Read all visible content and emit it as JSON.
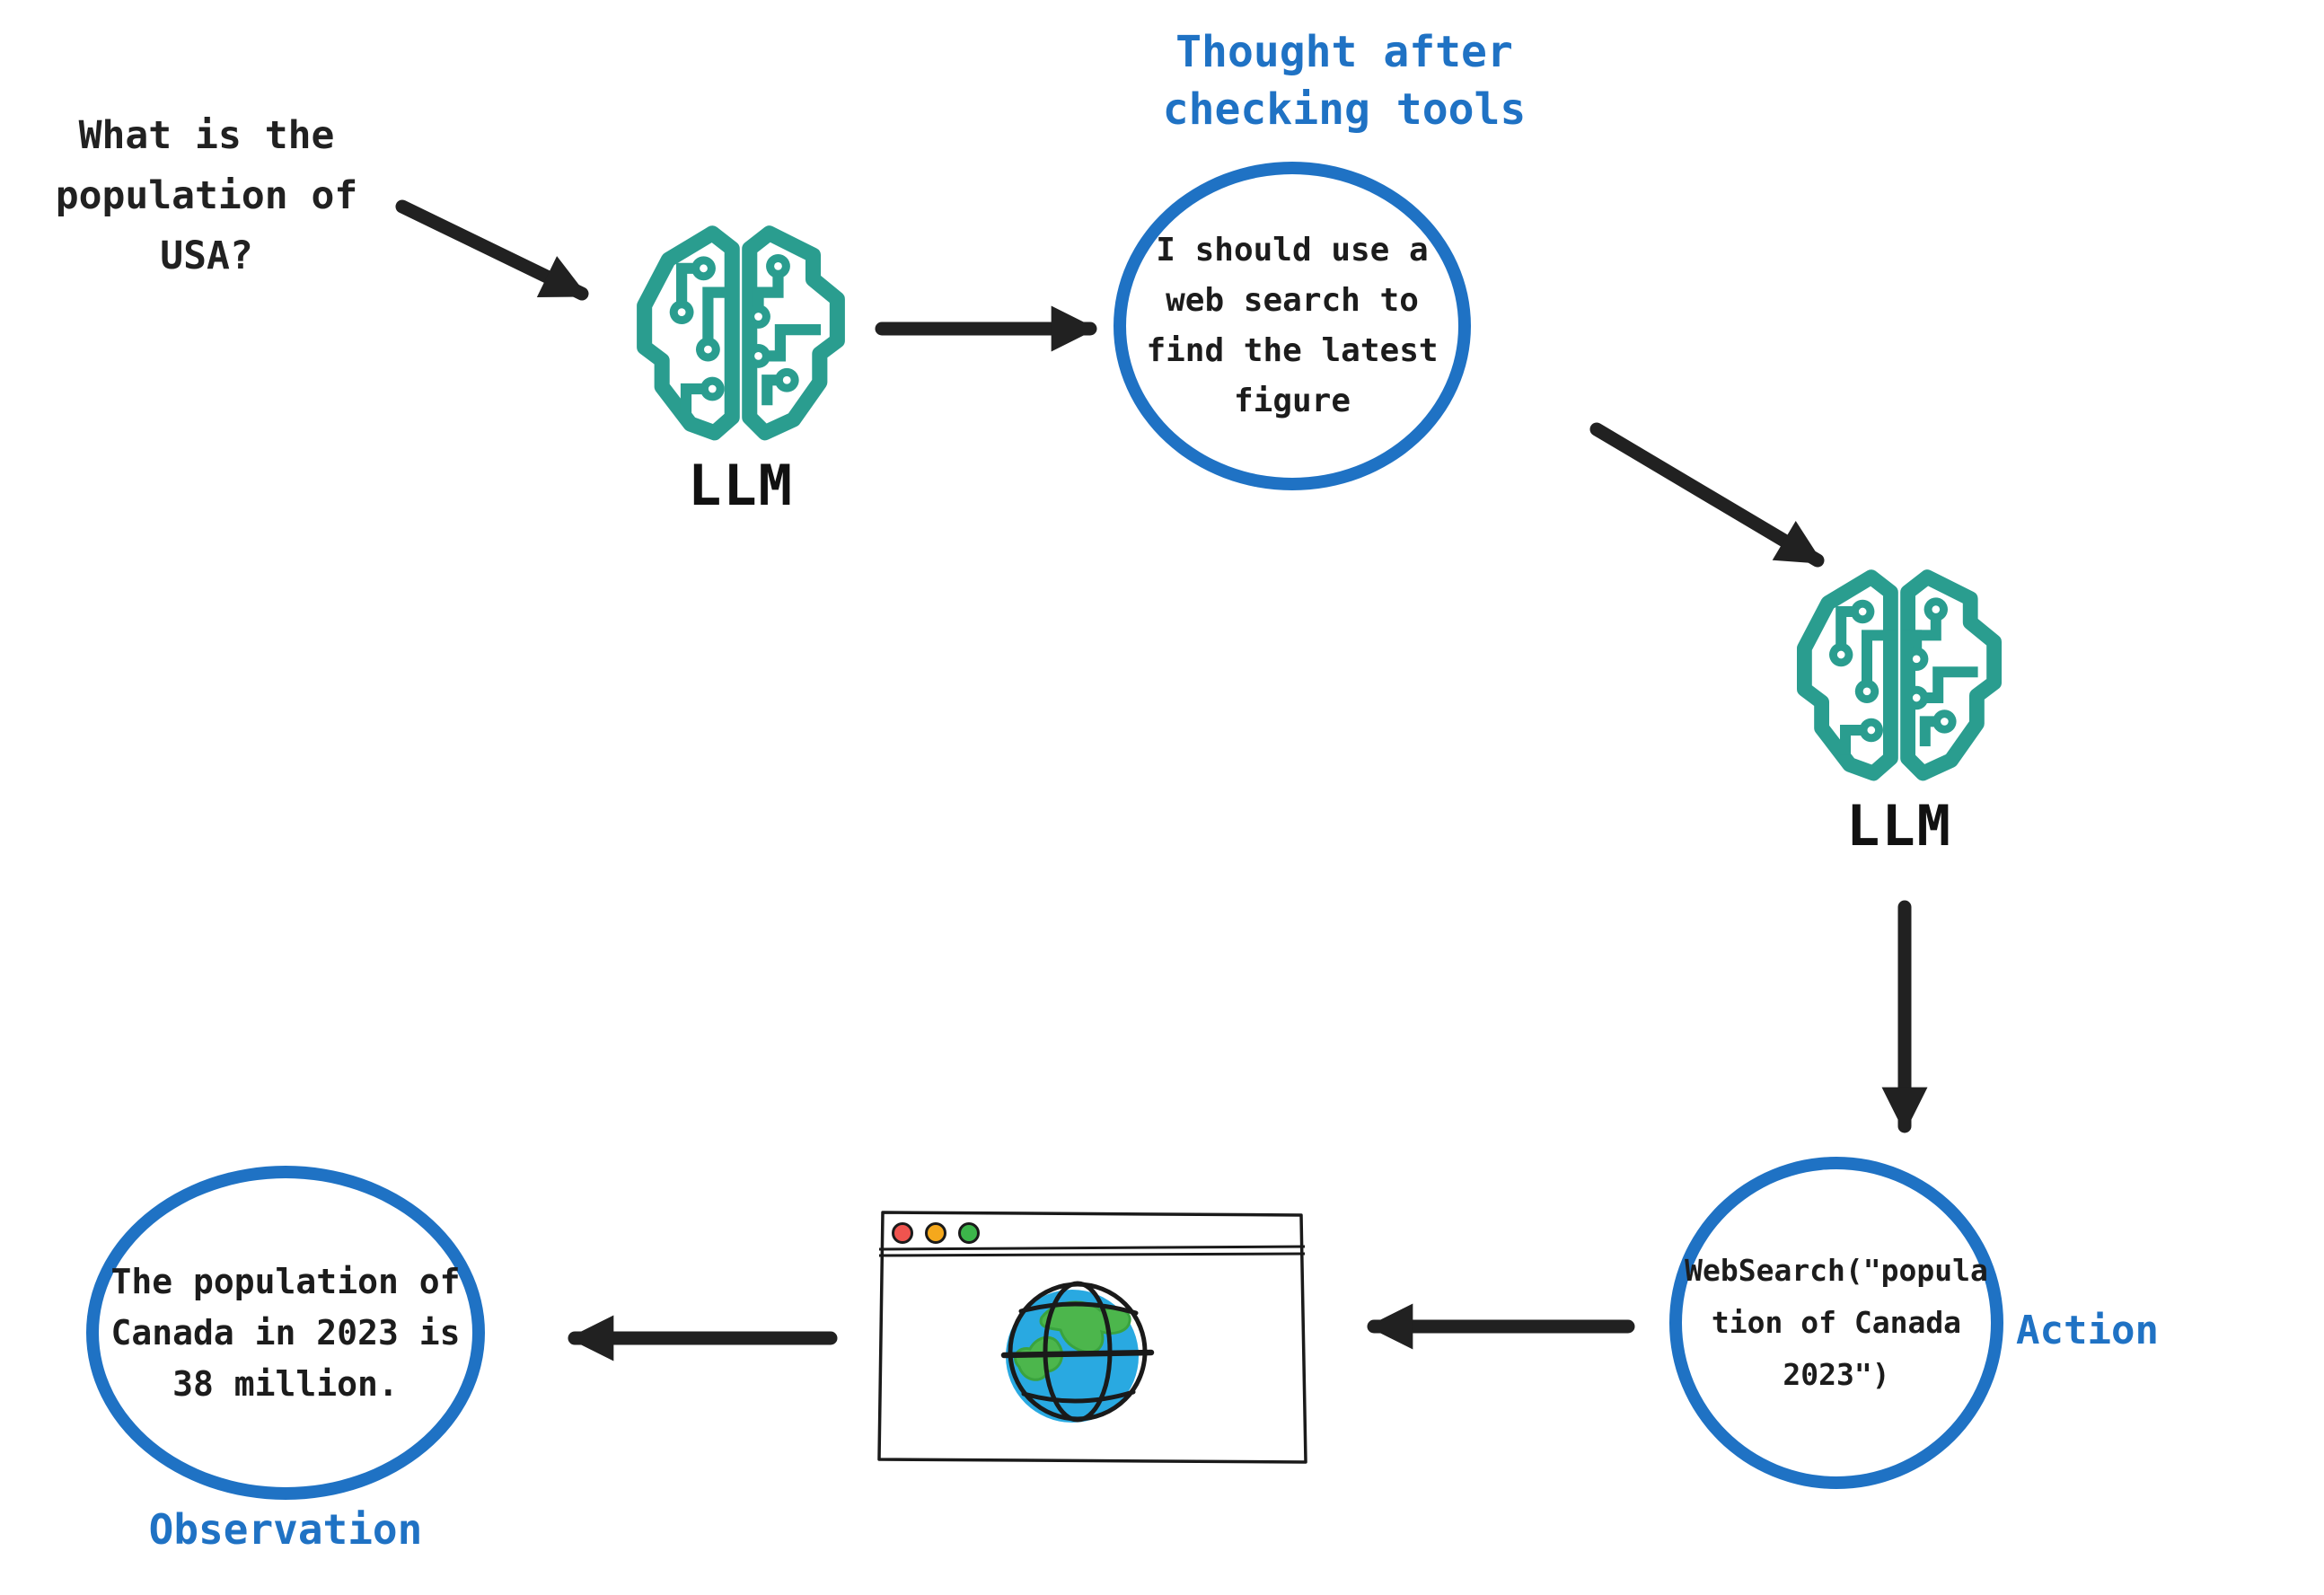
{
  "colors": {
    "accent_blue": "#1F72C4",
    "teal": "#2A9D8F",
    "ink": "#212121",
    "traffic_red": "#F0544F",
    "traffic_yellow": "#F5A81C",
    "traffic_green": "#3CB54A",
    "globe_blue": "#29A9E1",
    "globe_green": "#4CB64C"
  },
  "user_query": {
    "lines": [
      "What is the",
      "population of",
      "USA?"
    ]
  },
  "llm1": {
    "label": "LLM",
    "icon": "circuit-brain-icon"
  },
  "llm2": {
    "label": "LLM",
    "icon": "circuit-brain-icon"
  },
  "thought": {
    "heading_lines": [
      "Thought after",
      "checking tools"
    ],
    "bubble_lines": [
      "I should use a",
      "web search to",
      "find the latest",
      "figure"
    ]
  },
  "action": {
    "heading": "Action",
    "bubble_lines": [
      "WebSearch(\"popula",
      "tion of Canada",
      "2023\")"
    ]
  },
  "observation": {
    "heading": "Observation",
    "bubble_lines": [
      "The population of",
      "Canada in 2023 is",
      "38 million."
    ]
  },
  "browser": {
    "icon": "browser-window-globe-icon",
    "traffic_lights": [
      "red",
      "yellow",
      "green"
    ]
  }
}
